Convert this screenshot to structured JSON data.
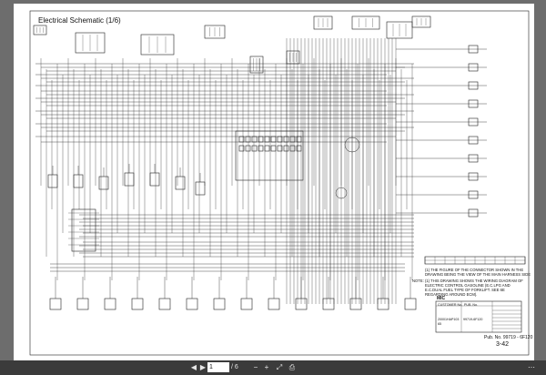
{
  "document": {
    "title": "Electrical Schematic (1/6)",
    "notes": [
      "(1) THE FIGURE OF THE CONNECTOR SHOWN IN THE",
      "DRAWING BEING THE VIEW OF THE MAIN HARNESS SIDE",
      "NOTE: (1) THIS DRAWING SHOWS THE WIRING DIAGRAM OF",
      "ELECTRIC CONTROL GASOLINE (E.C.LPG AND",
      "E.C.DUAL FUEL TYPE OF FORKLIFT. SEE 6E",
      "REGARDING AROUND ECM)."
    ],
    "mic_label": "MIC",
    "mic_table": {
      "header": [
        "CUSTOMER No.",
        "PUB. No."
      ],
      "row": [
        "20001HAP103 65",
        "99719-6F120"
      ]
    },
    "pub_no": "Pub. No. 99719 - 6F120",
    "page_number": "3-42"
  },
  "toolbar": {
    "current_page": "1",
    "total_pages": "/ 6",
    "icons": [
      "prev-page-icon",
      "next-page-icon",
      "zoom-out-icon",
      "zoom-in-icon",
      "fit-page-icon",
      "print-icon",
      "menu-icon"
    ]
  },
  "colors": {
    "viewer_bg": "#6d6d6d",
    "toolbar_bg": "#3b3b3b",
    "page_bg": "#ffffff",
    "ink": "#111111"
  }
}
